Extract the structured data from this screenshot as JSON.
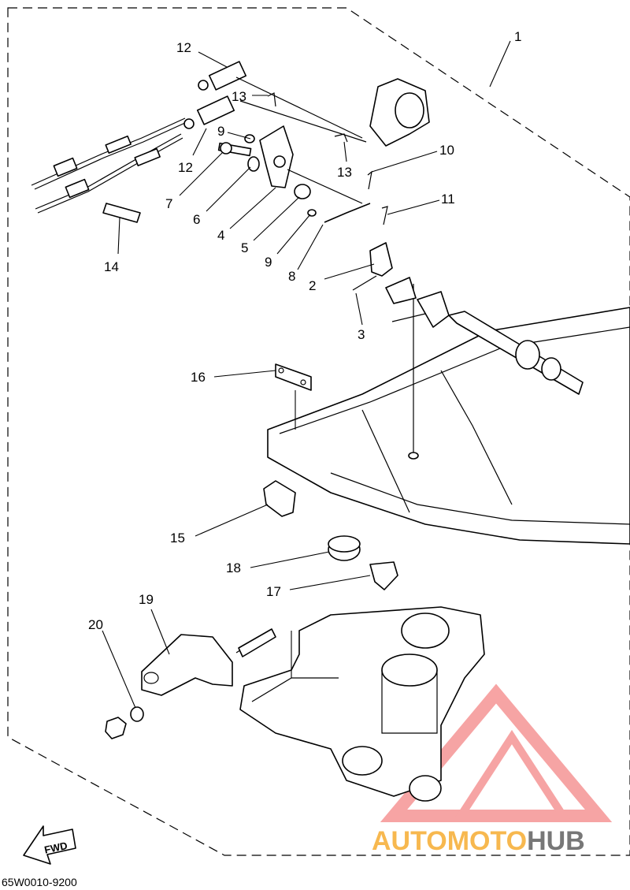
{
  "diagram": {
    "part_code": "65W0010-9200",
    "fwd_label": "FWD",
    "callouts": [
      {
        "id": "c1",
        "text": "1"
      },
      {
        "id": "c12a",
        "text": "12"
      },
      {
        "id": "c13a",
        "text": "13"
      },
      {
        "id": "c9a",
        "text": "9"
      },
      {
        "id": "c12b",
        "text": "12"
      },
      {
        "id": "c13b",
        "text": "13"
      },
      {
        "id": "c10",
        "text": "10"
      },
      {
        "id": "c11",
        "text": "11"
      },
      {
        "id": "c7",
        "text": "7"
      },
      {
        "id": "c6",
        "text": "6"
      },
      {
        "id": "c4",
        "text": "4"
      },
      {
        "id": "c5",
        "text": "5"
      },
      {
        "id": "c9b",
        "text": "9"
      },
      {
        "id": "c8",
        "text": "8"
      },
      {
        "id": "c2",
        "text": "2"
      },
      {
        "id": "c3",
        "text": "3"
      },
      {
        "id": "c14",
        "text": "14"
      },
      {
        "id": "c16",
        "text": "16"
      },
      {
        "id": "c15",
        "text": "15"
      },
      {
        "id": "c18",
        "text": "18"
      },
      {
        "id": "c17",
        "text": "17"
      },
      {
        "id": "c19",
        "text": "19"
      },
      {
        "id": "c20",
        "text": "20"
      }
    ]
  },
  "watermark": {
    "part1": "AUTOMOTO",
    "part2": "HUB",
    "color_part1": "#f5a623",
    "color_part2": "#555555",
    "logo_color": "#f05a5a"
  }
}
